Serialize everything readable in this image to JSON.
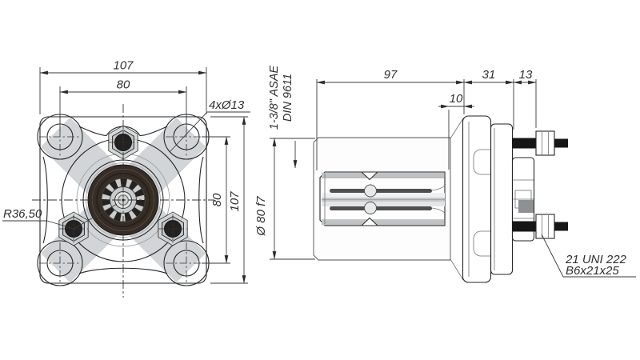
{
  "drawing": {
    "front_view": {
      "dim_width_outer": "107",
      "dim_width_bolt_holes": "80",
      "dim_height_bolt_holes": "80",
      "dim_height_outer": "107",
      "label_corner_holes": "4xØ13",
      "label_bolt_circle_radius": "R36,50"
    },
    "side_view": {
      "dim_shaft_length": "97",
      "dim_flange_thickness": "31",
      "dim_stud_protrusion": "13",
      "dim_spline_end_offset": "10",
      "label_shaft_diameter": "Ø 80 f7",
      "label_spline_spec_line1": "1-3/8\" ASAE",
      "label_spline_spec_line2": "DIN 9611",
      "label_stud_spec_line1": "21 UNI 222",
      "label_stud_spec_line2": "B6x21x25"
    },
    "colors": {
      "line": "#2b2b2b",
      "dim_line": "#3a3a3a",
      "body_light": "#d2d5d7",
      "body_mid": "#c6c9cb",
      "seal_dark": "#352d26",
      "stud_black": "#161616",
      "background": "#ffffff"
    }
  }
}
